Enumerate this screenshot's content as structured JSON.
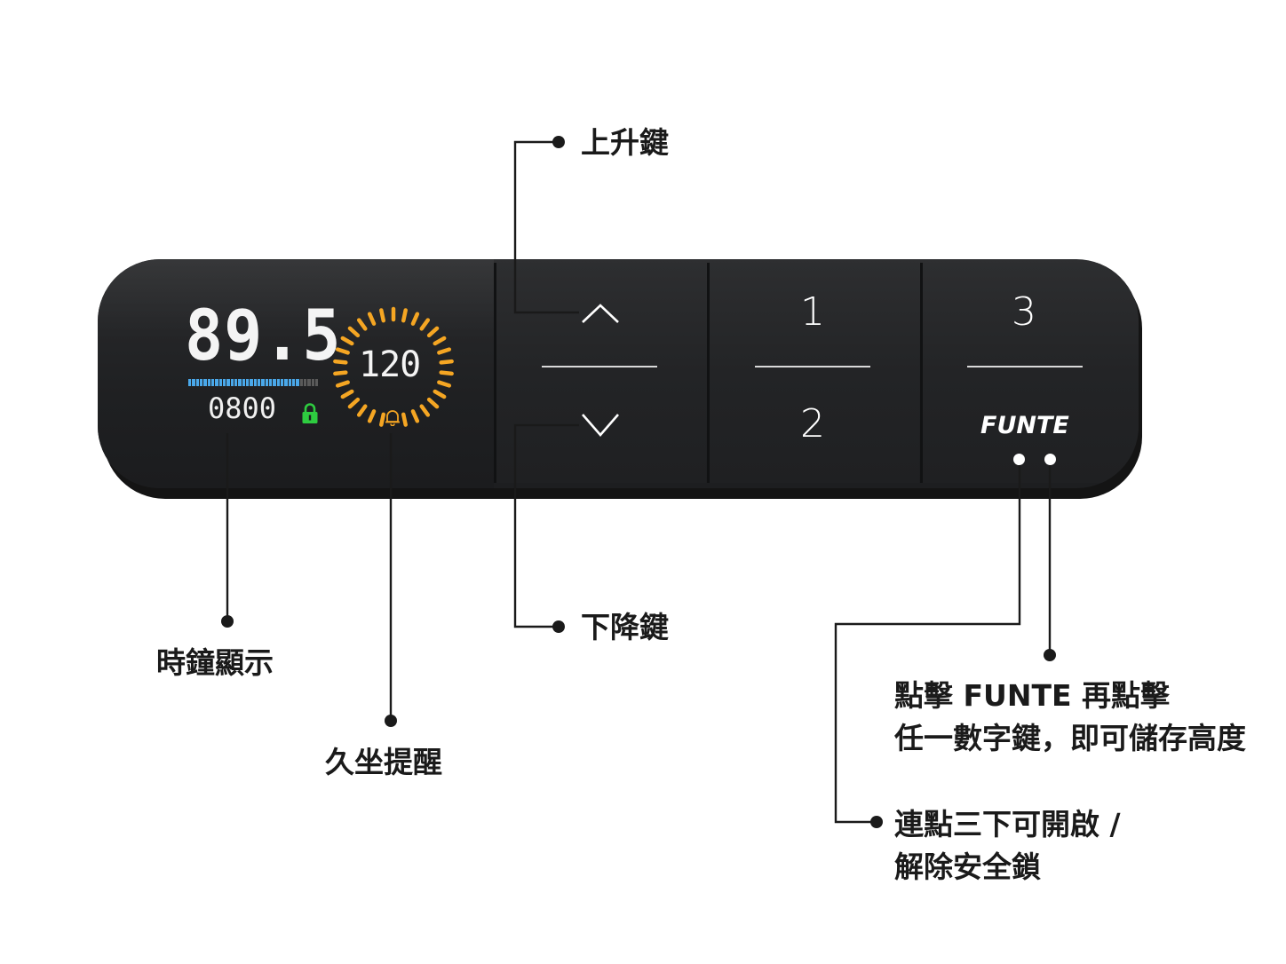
{
  "controller": {
    "height_reading": "89.5",
    "height_level_fraction": 0.86,
    "clock_reading": "0800",
    "timer_reading": "120",
    "up_key_icon": "chevron-up-icon",
    "down_key_icon": "chevron-down-icon",
    "preset_1": "1",
    "preset_2": "2",
    "preset_3": "3",
    "brand": "FUNTE",
    "colors": {
      "panel": "#232426",
      "height_bar": "#4aa8ea",
      "timer_ring": "#f5a623",
      "lock": "#2ecc40",
      "text": "#ffffff"
    }
  },
  "callouts": {
    "up_key": "上升鍵",
    "down_key": "下降鍵",
    "clock_display": "時鐘顯示",
    "sitting_reminder": "久坐提醒",
    "memory_line1": "點擊 FUNTE 再點擊",
    "memory_line2": "任一數字鍵，即可儲存高度",
    "lock_line1": "連點三下可開啟 /",
    "lock_line2": "解除安全鎖"
  }
}
